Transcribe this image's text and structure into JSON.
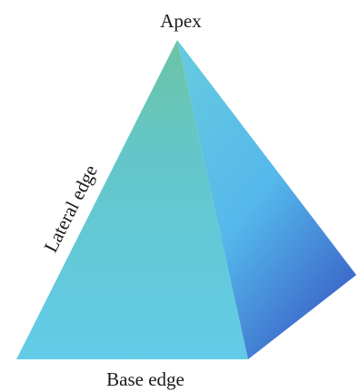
{
  "labels": {
    "apex": "Apex",
    "lateral_edge": "Lateral edge",
    "base_edge": "Base edge"
  },
  "colors": {
    "front_face_top": "#66c6a9",
    "front_face_bottom": "#63cbe6",
    "right_face_top": "#5ec0e8",
    "right_face_bottom": "#3a5fc6",
    "text": "#1a1a1a"
  }
}
